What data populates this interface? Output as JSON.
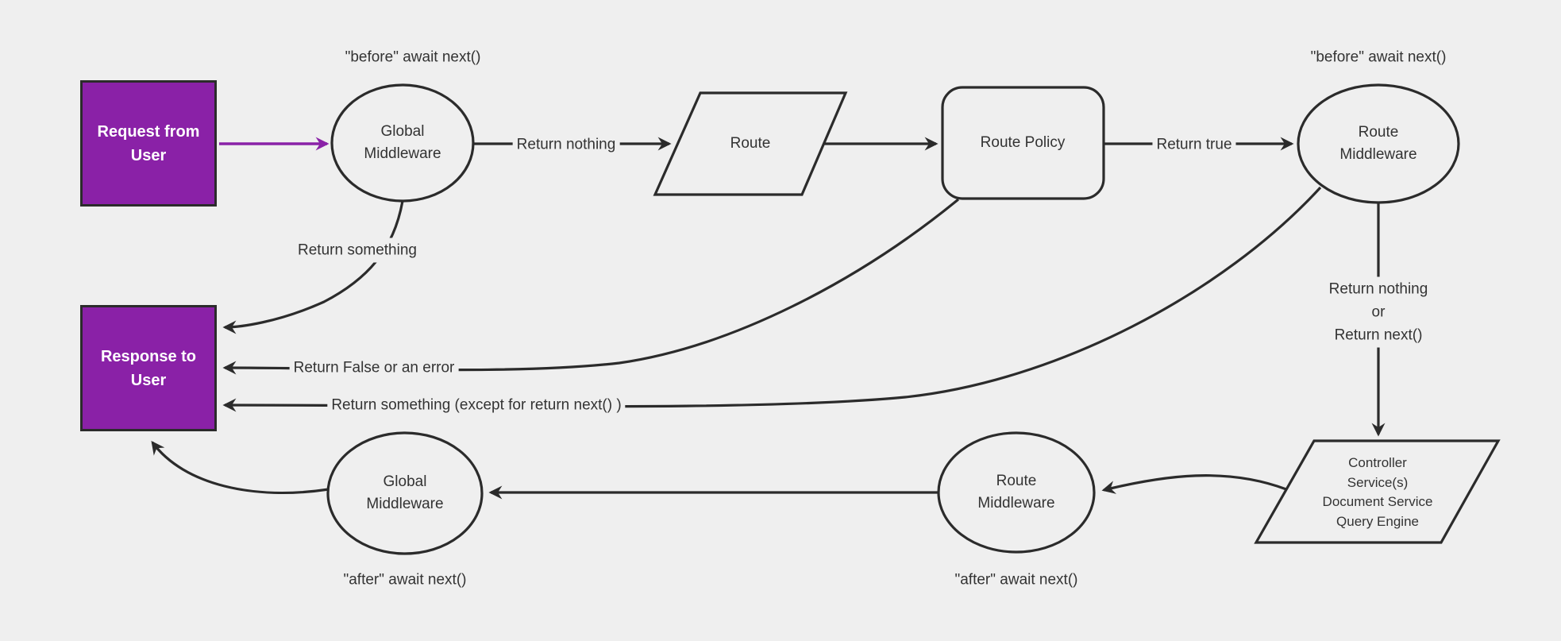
{
  "diagram": {
    "type": "flowchart",
    "subject": "middleware request/response lifecycle",
    "colors": {
      "background": "#efefef",
      "stroke": "#2b2b2b",
      "label_text": "#333333",
      "accent_purple": "#8a21a7",
      "accent_text": "#ffffff"
    }
  },
  "nodes": {
    "request": {
      "shape": "rectangle",
      "lines": [
        "Request from",
        "User"
      ]
    },
    "response": {
      "shape": "rectangle",
      "lines": [
        "Response to",
        "User"
      ]
    },
    "global_middleware_top": {
      "shape": "ellipse",
      "lines": [
        "Global",
        "Middleware"
      ]
    },
    "route": {
      "shape": "parallelogram",
      "label": "Route"
    },
    "route_policy": {
      "shape": "rounded-rectangle",
      "label": "Route Policy"
    },
    "route_middleware_top": {
      "shape": "ellipse",
      "lines": [
        "Route",
        "Middleware"
      ]
    },
    "controller": {
      "shape": "parallelogram",
      "lines": [
        "Controller",
        "Service(s)",
        "Document Service",
        "Query Engine"
      ]
    },
    "route_middleware_bottom": {
      "shape": "ellipse",
      "lines": [
        "Route",
        "Middleware"
      ]
    },
    "global_middleware_bottom": {
      "shape": "ellipse",
      "lines": [
        "Global",
        "Middleware"
      ]
    }
  },
  "edge_labels": {
    "before_await_left": "\"before\" await next()",
    "before_await_right": "\"before\" await next()",
    "return_nothing": "Return nothing",
    "return_true": "Return true",
    "return_something": "Return something",
    "return_false_or_error": "Return False or an error",
    "return_something_except": "Return something (except for return next() )",
    "return_nothing_or": [
      "Return nothing",
      "or",
      "Return next()"
    ],
    "after_await_left": "\"after\" await next()",
    "after_await_right": "\"after\" await next()"
  }
}
